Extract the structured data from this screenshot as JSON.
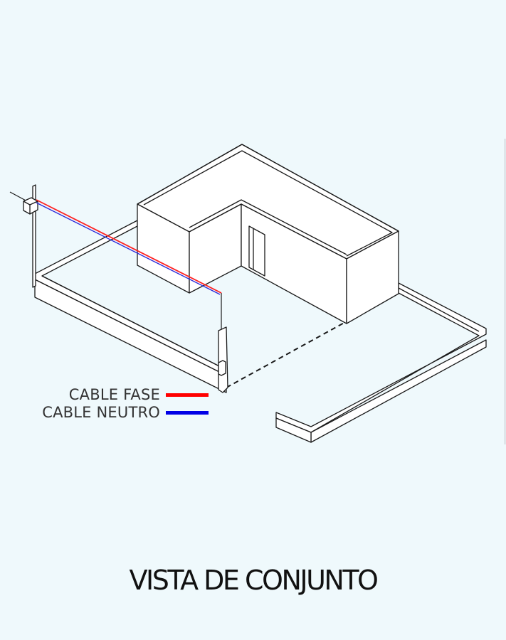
{
  "legend": {
    "items": [
      {
        "label": "CABLE FASE",
        "color": "#ff0000"
      },
      {
        "label": "CABLE NEUTRO",
        "color": "#0000e6"
      }
    ]
  },
  "title": "VISTA DE CONJUNTO",
  "colors": {
    "background": "#eff9fc",
    "line": "#1a1a1a",
    "fill": "#ffffff"
  }
}
